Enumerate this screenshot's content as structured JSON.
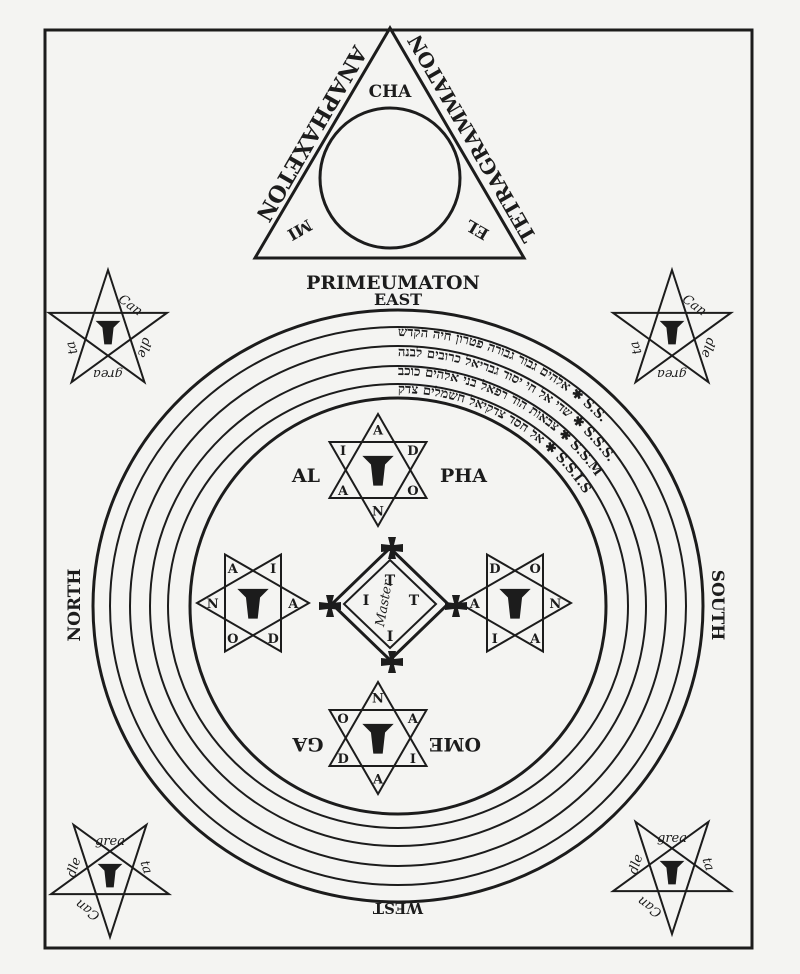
{
  "triangle": {
    "left_side": "ANAPHAXETON",
    "right_side": "TETRAGRAMMATON",
    "inner_top": "CHA",
    "inner_left": "MI",
    "inner_right": "EL",
    "bottom": "PRIMEUMATON"
  },
  "directions": {
    "east": "EAST",
    "north": "NORTH",
    "south": "SOUTH",
    "west": "WEST"
  },
  "hexagrams": {
    "top": {
      "left": "AL",
      "right": "PHA",
      "letters": [
        "A",
        "D",
        "O",
        "N",
        "A",
        "I"
      ]
    },
    "bottom": {
      "left": "OME",
      "right": "GA",
      "letters": [
        "A",
        "D",
        "O",
        "N",
        "A",
        "I"
      ]
    },
    "left": {
      "letters": [
        "A",
        "D",
        "O",
        "N",
        "A",
        "I"
      ]
    },
    "right": {
      "letters": [
        "A",
        "D",
        "O",
        "N",
        "A",
        "I"
      ]
    }
  },
  "diamond": {
    "center": "Master",
    "letters": [
      "I",
      "T",
      "T",
      "I"
    ]
  },
  "pentagram_words": [
    "Can",
    "dle",
    "grea",
    "ta",
    "T"
  ],
  "ring_text": [
    "אלהים גבור גבורה פטרון חיה הקדש ✱ S.S.",
    "שדי אל חי יסוד גבריאל כרובים לבנה ✱ S.S.S.",
    "צבאות הוד רפאל בני אלהים כוכב ✱ S.S.M",
    "אל חסד צדקיאל חשמלים צדק ✱ S.S.I.S"
  ]
}
